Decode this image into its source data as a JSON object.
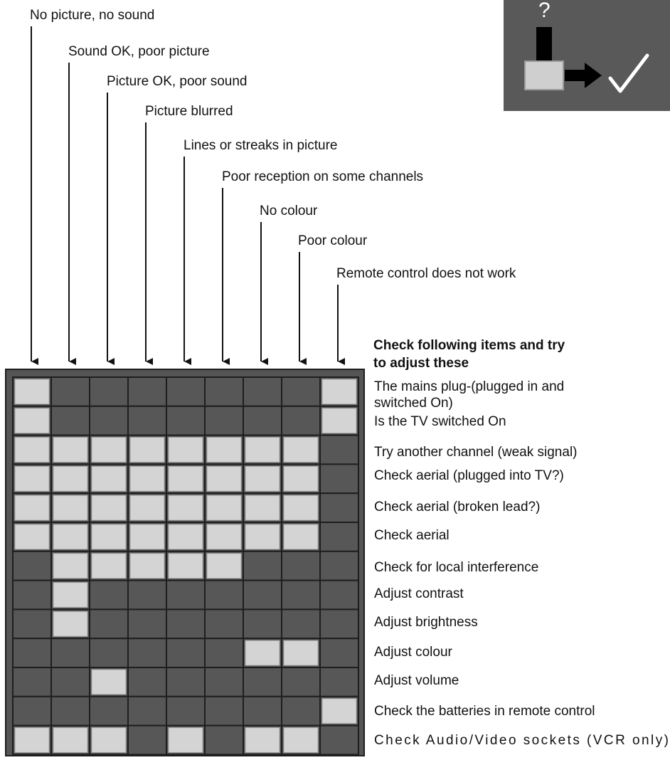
{
  "symptoms": [
    "No picture, no sound",
    "Sound OK, poor picture",
    "Picture OK, poor sound",
    "Picture blurred",
    "Lines or streaks in picture",
    "Poor reception on some channels",
    "No colour",
    "Poor colour",
    "Remote control does not work"
  ],
  "heading": {
    "line1": "Check following items and try",
    "line2": "to adjust these"
  },
  "checks": [
    [
      "The mains plug-(plugged in and",
      "switched On)"
    ],
    [
      "Is the TV switched On"
    ],
    [
      "Try another channel (weak signal)"
    ],
    [
      "Check aerial (plugged into TV?)"
    ],
    [
      "Check aerial (broken lead?)"
    ],
    [
      "Check aerial"
    ],
    [
      "Check for local interference"
    ],
    [
      "Adjust contrast"
    ],
    [
      "Adjust brightness"
    ],
    [
      "Adjust colour"
    ],
    [
      "Adjust volume"
    ],
    [
      "Check the batteries in remote control"
    ],
    [
      "Check Audio/Video sockets (VCR only)"
    ]
  ],
  "matrix": [
    [
      1,
      0,
      0,
      0,
      0,
      0,
      0,
      0,
      1
    ],
    [
      1,
      0,
      0,
      0,
      0,
      0,
      0,
      0,
      1
    ],
    [
      1,
      1,
      1,
      1,
      1,
      1,
      1,
      1,
      0
    ],
    [
      1,
      1,
      1,
      1,
      1,
      1,
      1,
      1,
      0
    ],
    [
      1,
      1,
      1,
      1,
      1,
      1,
      1,
      1,
      0
    ],
    [
      1,
      1,
      1,
      1,
      1,
      1,
      1,
      1,
      0
    ],
    [
      0,
      1,
      1,
      1,
      1,
      1,
      0,
      0,
      0
    ],
    [
      0,
      1,
      0,
      0,
      0,
      0,
      0,
      0,
      0
    ],
    [
      0,
      1,
      0,
      0,
      0,
      0,
      0,
      0,
      0
    ],
    [
      0,
      0,
      0,
      0,
      0,
      0,
      1,
      1,
      0
    ],
    [
      0,
      0,
      1,
      0,
      0,
      0,
      0,
      0,
      0
    ],
    [
      0,
      0,
      0,
      0,
      0,
      0,
      0,
      0,
      1
    ],
    [
      1,
      1,
      1,
      0,
      1,
      0,
      1,
      1,
      0
    ]
  ],
  "icon": {
    "mark": "?",
    "name": "troubleshoot-icon"
  },
  "colors": {
    "panel": "#555555",
    "cell_off": "#575757",
    "cell_on": "#d4d4d4",
    "grid_line": "#1e1e1e",
    "icon_bg": "#595959"
  }
}
